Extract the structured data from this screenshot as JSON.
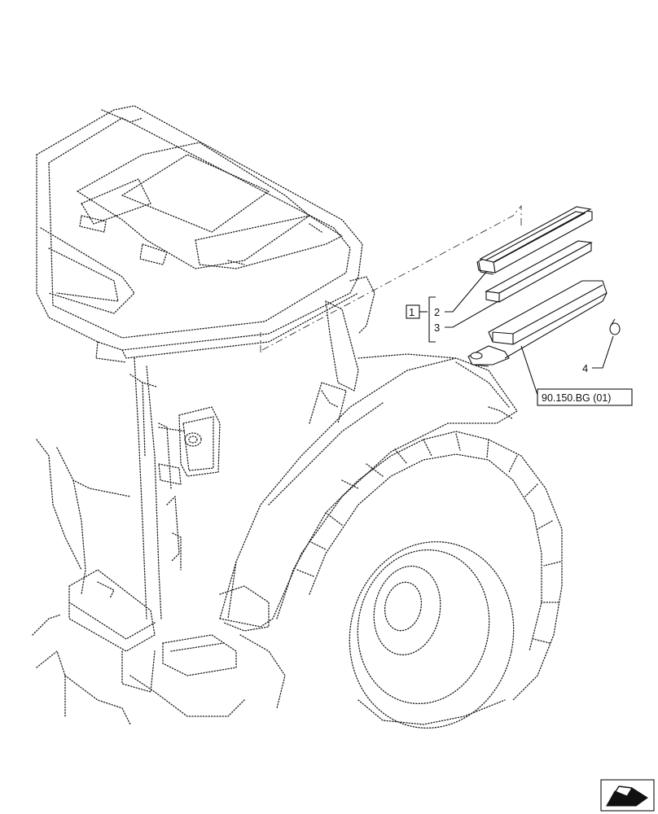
{
  "callouts": {
    "group": "1",
    "item2": "2",
    "item3": "3",
    "item4": "4",
    "reference": "90.150.BG (01)"
  },
  "icons": {
    "nav": "arrow-nav-icon"
  }
}
